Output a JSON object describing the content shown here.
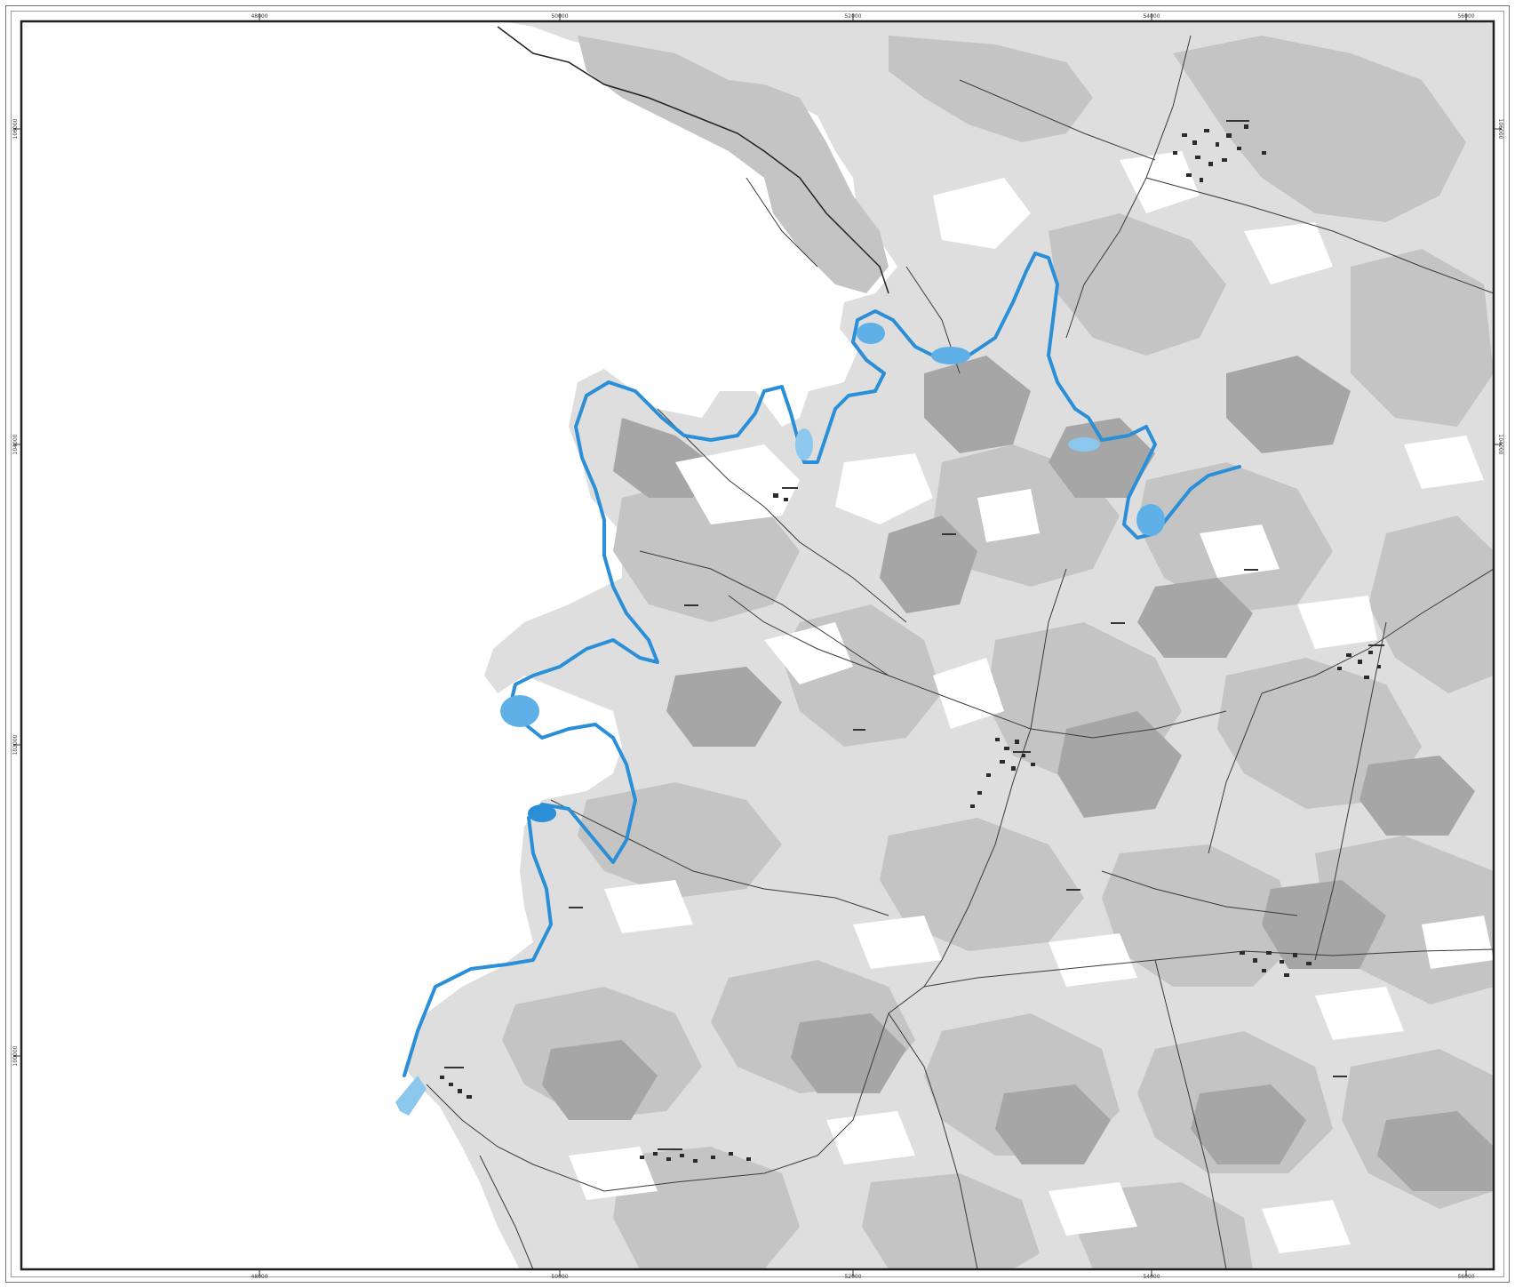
{
  "map": {
    "colors": {
      "paper": "#ffffff",
      "relief_light": "#d6d6d6",
      "relief_mid": "#b9b9b9",
      "relief_dark": "#9d9d9d",
      "water": "#2a8fd6",
      "water_pale": "#8cc8ee",
      "roads": "#3a3a3a",
      "frame": "#2a2a2a"
    },
    "grid": {
      "top_x_labels": [
        "48000",
        "50000",
        "52000",
        "54000",
        "56000"
      ],
      "bottom_x_labels": [
        "48000",
        "50000",
        "52000",
        "54000",
        "56000"
      ],
      "left_y_labels": [
        "106000",
        "104000",
        "102000",
        "100000"
      ],
      "right_y_labels": [
        "106000",
        "104000"
      ]
    },
    "features": {
      "river": "river-meander",
      "settlements": [
        "village-north-east",
        "village-center",
        "village-east",
        "village-south",
        "village-south-west",
        "hamlet-west"
      ]
    }
  }
}
